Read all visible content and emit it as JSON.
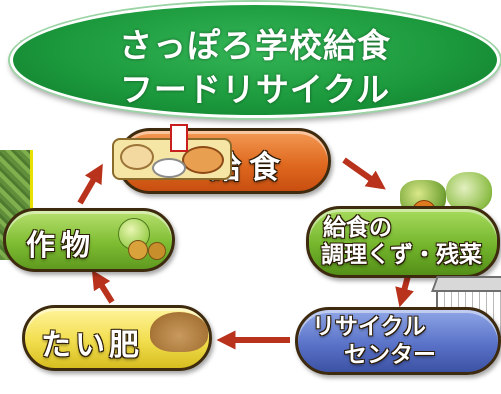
{
  "title": {
    "line1": "さっぽろ学校給食",
    "line2": "フードリサイクル"
  },
  "nodes": {
    "kyushoku": "給食",
    "zansai_line1": "給食の",
    "zansai_line2": "調理くず・残菜",
    "center_line1": "リサイクル",
    "center_line2": "センター",
    "taihi": "たい肥",
    "sakumotsu": "作物"
  },
  "colors": {
    "title_green": "#1c9a3d",
    "kyushoku_orange": "#e06a20",
    "zansai_green": "#74b52c",
    "center_blue": "#5a73c8",
    "taihi_yellow": "#f2de4e",
    "sakumotsu_green": "#7fbd33",
    "arrow_red": "#b8321c"
  }
}
